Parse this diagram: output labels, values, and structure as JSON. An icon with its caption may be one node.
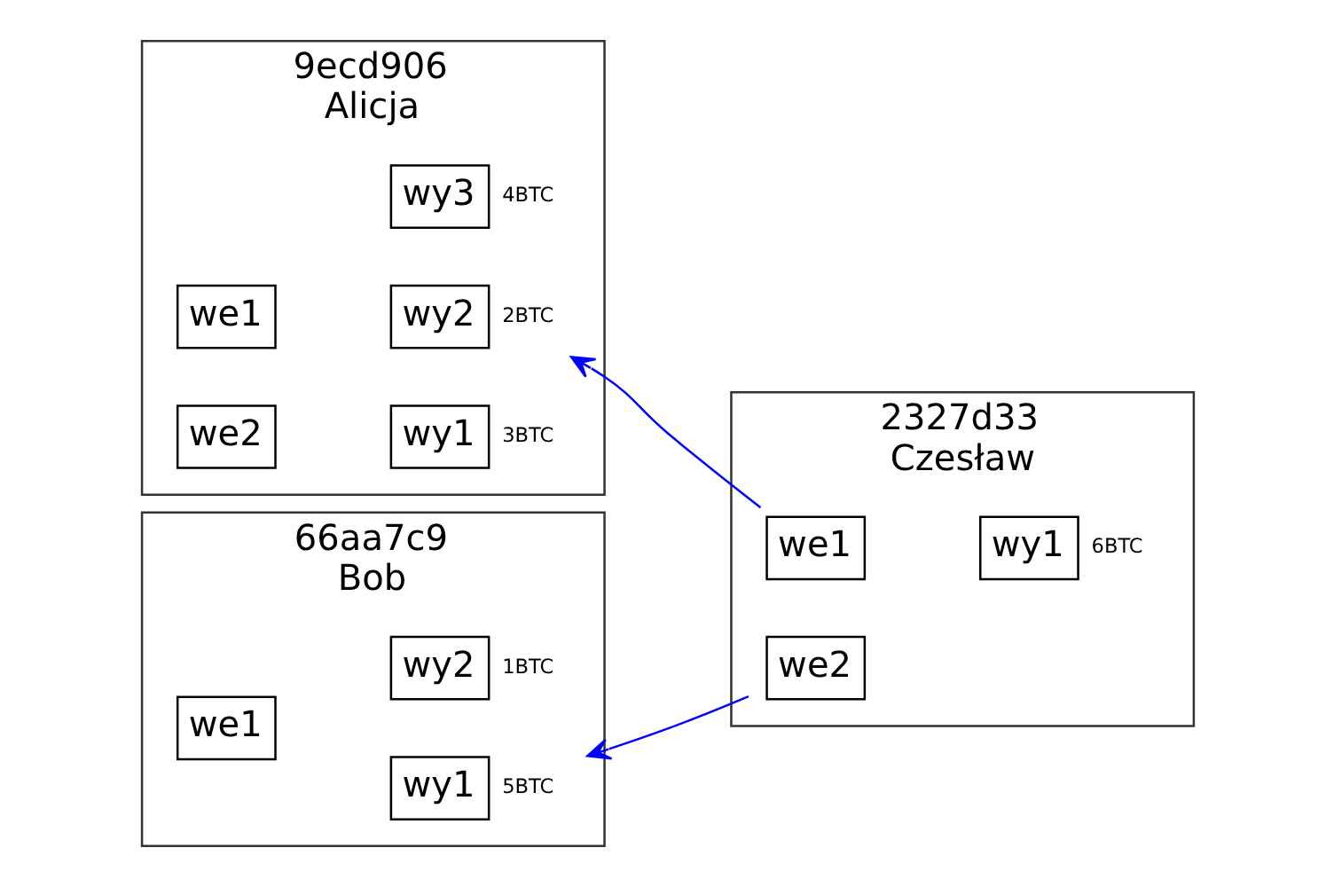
{
  "diagram": {
    "nodes": [
      {
        "text": [
          "9ecd906",
          "Alicja"
        ]
      },
      {
        "text": [
          "we1"
        ],
        "in": 0
      },
      {
        "text": [
          "we2"
        ],
        "in": 0
      },
      {
        "text": [
          "wy1"
        ],
        "in": 0,
        "beside": [
          "3BTC"
        ]
      },
      {
        "text": [
          "wy2"
        ],
        "in": 0,
        "beside": [
          "2BTC"
        ]
      },
      {
        "text": [
          "wy3"
        ],
        "in": 0,
        "beside": [
          "4BTC"
        ]
      },
      {
        "text": [
          "66aa7c9",
          "Bob"
        ]
      },
      {
        "text": [
          "we1"
        ],
        "in": 6
      },
      {
        "text": [
          "wy1"
        ],
        "in": 6,
        "beside": [
          "5BTC"
        ]
      },
      {
        "text": [
          "wy2"
        ],
        "in": 6,
        "beside": [
          "1BTC"
        ]
      },
      {
        "text": [
          "2327d33",
          "Czesław"
        ]
      },
      {
        "text": [
          "we1"
        ],
        "in": 10
      },
      {
        "text": [
          "we2"
        ],
        "in": 10
      },
      {
        "text": [
          "wy1"
        ],
        "in": 10,
        "beside": [
          "6BTC"
        ]
      }
    ],
    "edges": [
      {
        "from": 11,
        "to": 4,
        "arrow": "to",
        "color": "#0000ff"
      },
      {
        "from": 12,
        "to": 8,
        "arrow": "to",
        "color": "#0000ff"
      }
    ]
  }
}
